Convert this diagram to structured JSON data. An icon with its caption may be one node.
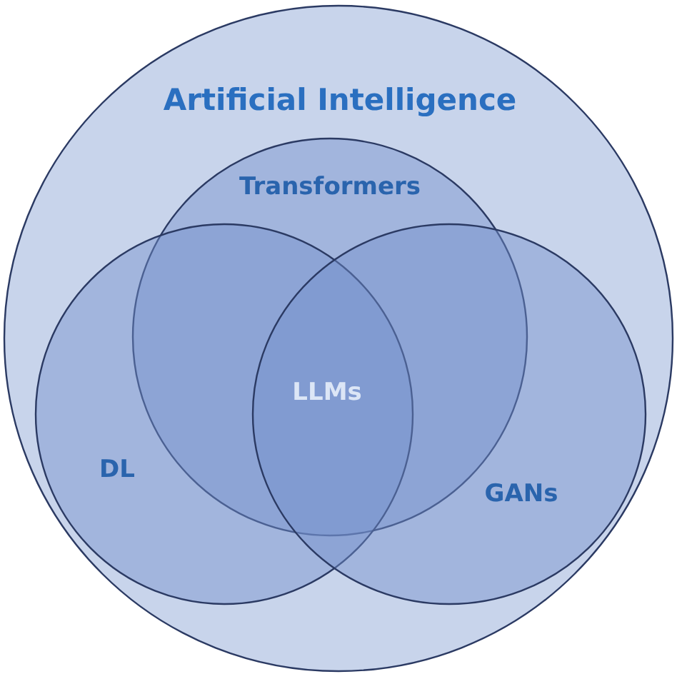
{
  "diagram": {
    "nodes": [
      {
        "text": [
          "Artificial Intelligence"
        ]
      },
      {
        "text": [
          "Transformers"
        ],
        "in": 0
      },
      {
        "text": [
          "DL"
        ],
        "in": 0
      },
      {
        "text": [
          "GANs"
        ],
        "in": 0
      }
    ],
    "labels": [
      "LLMs"
    ]
  }
}
